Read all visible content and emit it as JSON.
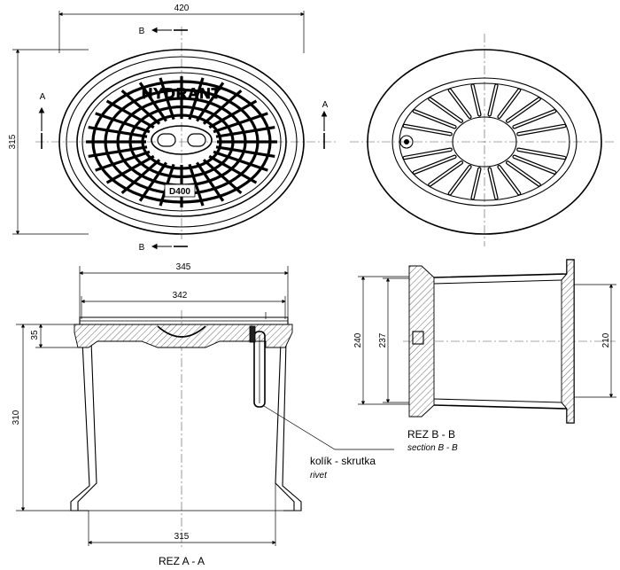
{
  "top_view": {
    "width_dim": "420",
    "height_dim": "315",
    "cover_text": "HYDRANT",
    "load_class": "D400",
    "section_a_left": "A",
    "section_a_right": "A",
    "section_b_top": "B",
    "section_b_bottom": "B"
  },
  "section_aa": {
    "dim_top_outer": "345",
    "dim_top_inner": "342",
    "dim_flange_height": "35",
    "dim_total_height": "310",
    "dim_bottom_width": "315",
    "title": "REZ A - A"
  },
  "section_bb": {
    "dim_240": "240",
    "dim_237": "237",
    "dim_210": "210",
    "title": "REZ B - B",
    "subtitle": "section B - B"
  },
  "rivet_note": {
    "label": "kolík - skrutka",
    "sublabel": "rivet"
  }
}
